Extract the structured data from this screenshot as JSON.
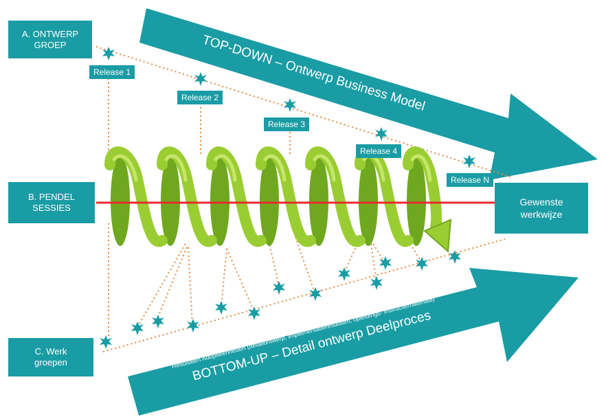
{
  "groups": {
    "a": "A. ONTWERP\nGROEP",
    "b": "B. PENDEL\nSESSIES",
    "c": "C. Werk\ngroepen"
  },
  "target": "Gewenste\nwerkwijze",
  "releases": [
    "Release 1",
    "Release 2",
    "Release 3",
    "Release 4",
    "Release N"
  ],
  "arrows": {
    "top": "TOP-DOWN – Ontwerp Business Model",
    "bottom_main": "BOTTOM-UP – Detail ontwerp Deelproces",
    "bottom_sub": "Resultaten Adoptieenheden (detailontwerp, implementatieresulaten, opleidings- instructiemateriaal)"
  },
  "colors": {
    "teal": "#1a9ca4",
    "spring": "#9acd32",
    "spring_dark": "#6fa81e",
    "axis": "#e62b2b",
    "dots": "#e08a3c"
  }
}
